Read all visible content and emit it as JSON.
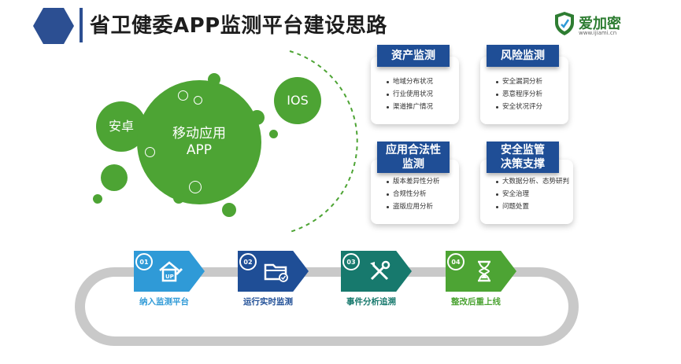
{
  "header": {
    "title": "省卫健委APP监测平台建设思路",
    "logo_name": "爱加密",
    "logo_url": "www.ijiami.cn"
  },
  "bubbles": {
    "android": "安卓",
    "mobile_app": "移动应用\nAPP",
    "ios": "IOS"
  },
  "cards": [
    {
      "tag": "资产监测",
      "items": [
        "地域分布状况",
        "行业使用状况",
        "渠道推广情况"
      ]
    },
    {
      "tag": "风险监测",
      "items": [
        "安全漏洞分析",
        "恶意程序分析",
        "安全状况评分"
      ]
    },
    {
      "tag": "应用合法性\n监测",
      "items": [
        "版本差异性分析",
        "合规性分析",
        "盗版应用分析"
      ]
    },
    {
      "tag": "安全监管\n决策支撑",
      "items": [
        "大数据分析、态势研判",
        "安全治理",
        "问题处置"
      ]
    }
  ],
  "steps": [
    {
      "num": "01",
      "label": "纳入监测平台",
      "icon": "up-icon",
      "color": "#2f9ad7",
      "label_color": "#2f9ad7"
    },
    {
      "num": "02",
      "label": "运行实时监测",
      "icon": "folder-icon",
      "color": "#1f4e96",
      "label_color": "#1f4e96"
    },
    {
      "num": "03",
      "label": "事件分析追溯",
      "icon": "tools-icon",
      "color": "#17796d",
      "label_color": "#17796d"
    },
    {
      "num": "04",
      "label": "整改后重上线",
      "icon": "hourglass-icon",
      "color": "#4da434",
      "label_color": "#4da434"
    }
  ],
  "colors": {
    "primary_blue": "#1f4e96",
    "green": "#4da434"
  }
}
